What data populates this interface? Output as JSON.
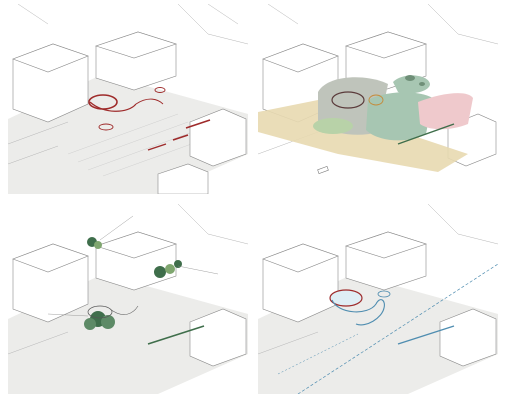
{
  "figure": {
    "panels": [
      {
        "id": "tl",
        "theme": "red-pathways"
      },
      {
        "id": "tr",
        "theme": "color-zones"
      },
      {
        "id": "bl",
        "theme": "green-trees"
      },
      {
        "id": "br",
        "theme": "blue-water"
      }
    ]
  },
  "colors": {
    "building_stroke": "#8a8a8a",
    "ground": "#ececea",
    "red_accent": "#9e2a2a",
    "zone_sand": "#e8d9b0",
    "zone_grey": "#bfc4bb",
    "zone_green": "#b8d2a8",
    "zone_teal": "#a7c6b2",
    "zone_pink": "#efc9cc",
    "tree_green": "#3f6e4b",
    "water_blue": "#4f8db0"
  }
}
